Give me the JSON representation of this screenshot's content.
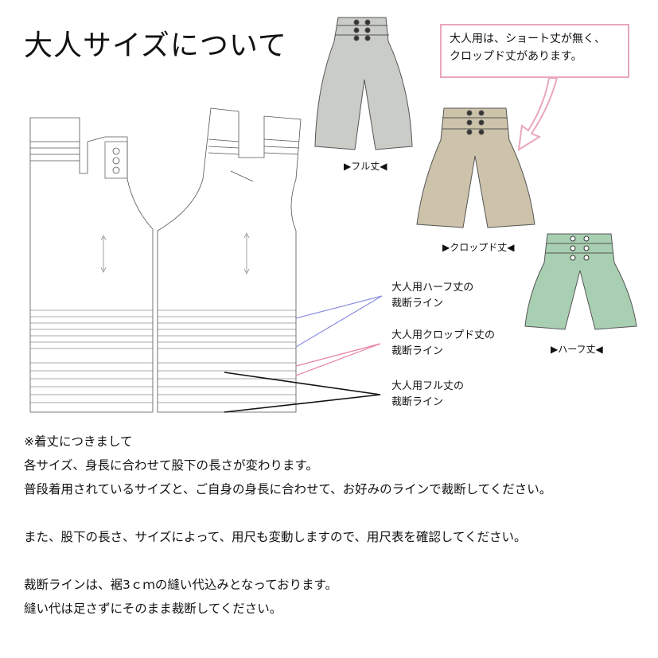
{
  "title": "大人サイズについて",
  "callout": {
    "line1": "大人用は、ショート丈が無く、",
    "line2": "クロップド丈があります。"
  },
  "garments": [
    {
      "caption": "▶フル丈◀",
      "color": "#c9ccc7"
    },
    {
      "caption": "▶クロップド丈◀",
      "color": "#cdc3aa"
    },
    {
      "caption": "▶ハーフ丈◀",
      "color": "#a8cfb1"
    }
  ],
  "cut_lines": [
    {
      "label": "大人用ハーフ丈の\n裁断ライン",
      "color": "#8b8fe0"
    },
    {
      "label": "大人用クロップド丈の\n裁断ライン",
      "color": "#e77da0"
    },
    {
      "label": "大人用フル丈の\n裁断ライン",
      "color": "#111111"
    }
  ],
  "notes": [
    "※着丈につきまして",
    "各サイズ、身長に合わせて股下の長さが変わります。",
    "普段着用されているサイズと、ご自身の身長に合わせて、お好みのラインで裁断してください。",
    "",
    "また、股下の長さ、サイズによって、用尺も変動しますので、用尺表を確認してください。",
    "",
    "裁断ラインは、裾3ｃｍの縫い代込みとなっております。",
    "縫い代は足さずにそのまま裁断してください。"
  ]
}
